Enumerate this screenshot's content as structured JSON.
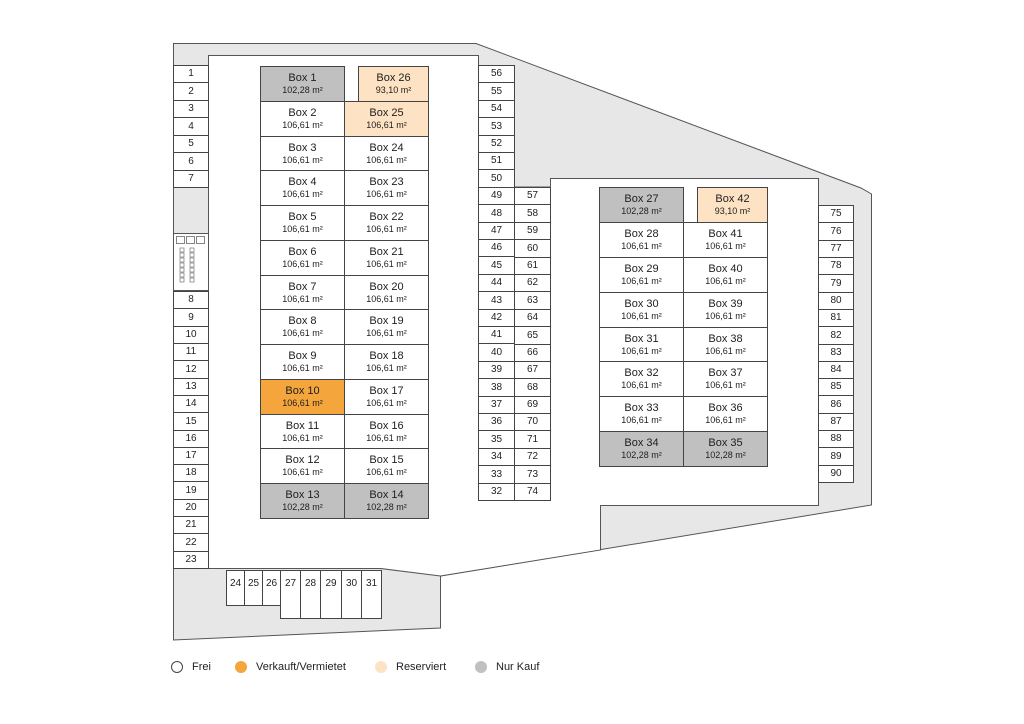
{
  "plan": {
    "blocks": [
      {
        "rows": [
          [
            {
              "label": "Box 1",
              "area": "102,28 m²",
              "fill": "#c0c0c0"
            },
            {
              "label": "Box 26",
              "area": "93,10 m²",
              "fill": "#fde3c4"
            }
          ],
          [
            {
              "label": "Box 2",
              "area": "106,61 m²",
              "fill": "#ffffff"
            },
            {
              "label": "Box 25",
              "area": "106,61 m²",
              "fill": "#fde3c4"
            }
          ],
          [
            {
              "label": "Box 3",
              "area": "106,61 m²",
              "fill": "#ffffff"
            },
            {
              "label": "Box 24",
              "area": "106,61 m²",
              "fill": "#ffffff"
            }
          ],
          [
            {
              "label": "Box 4",
              "area": "106,61 m²",
              "fill": "#ffffff"
            },
            {
              "label": "Box 23",
              "area": "106,61 m²",
              "fill": "#ffffff"
            }
          ],
          [
            {
              "label": "Box 5",
              "area": "106,61 m²",
              "fill": "#ffffff"
            },
            {
              "label": "Box 22",
              "area": "106,61 m²",
              "fill": "#ffffff"
            }
          ],
          [
            {
              "label": "Box 6",
              "area": "106,61 m²",
              "fill": "#ffffff"
            },
            {
              "label": "Box 21",
              "area": "106,61 m²",
              "fill": "#ffffff"
            }
          ],
          [
            {
              "label": "Box 7",
              "area": "106,61 m²",
              "fill": "#ffffff"
            },
            {
              "label": "Box 20",
              "area": "106,61 m²",
              "fill": "#ffffff"
            }
          ],
          [
            {
              "label": "Box 8",
              "area": "106,61 m²",
              "fill": "#ffffff"
            },
            {
              "label": "Box 19",
              "area": "106,61 m²",
              "fill": "#ffffff"
            }
          ],
          [
            {
              "label": "Box 9",
              "area": "106,61 m²",
              "fill": "#ffffff"
            },
            {
              "label": "Box 18",
              "area": "106,61 m²",
              "fill": "#ffffff"
            }
          ],
          [
            {
              "label": "Box 10",
              "area": "106,61 m²",
              "fill": "#f4a53c"
            },
            {
              "label": "Box 17",
              "area": "106,61 m²",
              "fill": "#ffffff"
            }
          ],
          [
            {
              "label": "Box 11",
              "area": "106,61 m²",
              "fill": "#ffffff"
            },
            {
              "label": "Box 16",
              "area": "106,61 m²",
              "fill": "#ffffff"
            }
          ],
          [
            {
              "label": "Box 12",
              "area": "106,61 m²",
              "fill": "#ffffff"
            },
            {
              "label": "Box 15",
              "area": "106,61 m²",
              "fill": "#ffffff"
            }
          ],
          [
            {
              "label": "Box 13",
              "area": "102,28 m²",
              "fill": "#c0c0c0"
            },
            {
              "label": "Box 14",
              "area": "102,28 m²",
              "fill": "#c0c0c0"
            }
          ]
        ]
      },
      {
        "rows": [
          [
            {
              "label": "Box 27",
              "area": "102,28 m²",
              "fill": "#c0c0c0"
            },
            {
              "label": "Box 42",
              "area": "93,10 m²",
              "fill": "#fde3c4"
            }
          ],
          [
            {
              "label": "Box 28",
              "area": "106,61 m²",
              "fill": "#ffffff"
            },
            {
              "label": "Box 41",
              "area": "106,61 m²",
              "fill": "#ffffff"
            }
          ],
          [
            {
              "label": "Box 29",
              "area": "106,61 m²",
              "fill": "#ffffff"
            },
            {
              "label": "Box 40",
              "area": "106,61 m²",
              "fill": "#ffffff"
            }
          ],
          [
            {
              "label": "Box 30",
              "area": "106,61 m²",
              "fill": "#ffffff"
            },
            {
              "label": "Box 39",
              "area": "106,61 m²",
              "fill": "#ffffff"
            }
          ],
          [
            {
              "label": "Box 31",
              "area": "106,61 m²",
              "fill": "#ffffff"
            },
            {
              "label": "Box 38",
              "area": "106,61 m²",
              "fill": "#ffffff"
            }
          ],
          [
            {
              "label": "Box 32",
              "area": "106,61 m²",
              "fill": "#ffffff"
            },
            {
              "label": "Box 37",
              "area": "106,61 m²",
              "fill": "#ffffff"
            }
          ],
          [
            {
              "label": "Box 33",
              "area": "106,61 m²",
              "fill": "#ffffff"
            },
            {
              "label": "Box 36",
              "area": "106,61 m²",
              "fill": "#ffffff"
            }
          ],
          [
            {
              "label": "Box 34",
              "area": "102,28 m²",
              "fill": "#c0c0c0"
            },
            {
              "label": "Box 35",
              "area": "102,28 m²",
              "fill": "#c0c0c0"
            }
          ]
        ]
      }
    ],
    "spaces": {
      "left_upper": [
        "1",
        "2",
        "3",
        "4",
        "5",
        "6",
        "7"
      ],
      "left_lower": [
        "8",
        "9",
        "10",
        "11",
        "12",
        "13",
        "14",
        "15",
        "16",
        "17",
        "18",
        "19",
        "20",
        "21",
        "22",
        "23"
      ],
      "bottom_row": [
        "24",
        "25",
        "26",
        "27",
        "28",
        "29",
        "30",
        "31"
      ],
      "center_left": [
        "56",
        "55",
        "54",
        "53",
        "52",
        "51",
        "50",
        "49",
        "48",
        "47",
        "46",
        "45",
        "44",
        "43",
        "42",
        "41",
        "40",
        "39",
        "38",
        "37",
        "36",
        "35",
        "34",
        "33",
        "32"
      ],
      "center_right": [
        "57",
        "58",
        "59",
        "60",
        "61",
        "62",
        "63",
        "64",
        "65",
        "66",
        "67",
        "68",
        "69",
        "70",
        "71",
        "72",
        "73",
        "74"
      ],
      "right": [
        "75",
        "76",
        "77",
        "78",
        "79",
        "80",
        "81",
        "82",
        "83",
        "84",
        "85",
        "86",
        "87",
        "88",
        "89",
        "90"
      ]
    }
  },
  "legend": {
    "items": [
      {
        "label": "Frei",
        "color": "#ffffff"
      },
      {
        "label": "Verkauft/Vermietet",
        "color": "#f4a53c"
      },
      {
        "label": "Reserviert",
        "color": "#fde3c4"
      },
      {
        "label": "Nur Kauf",
        "color": "#c0c0c0"
      }
    ]
  }
}
